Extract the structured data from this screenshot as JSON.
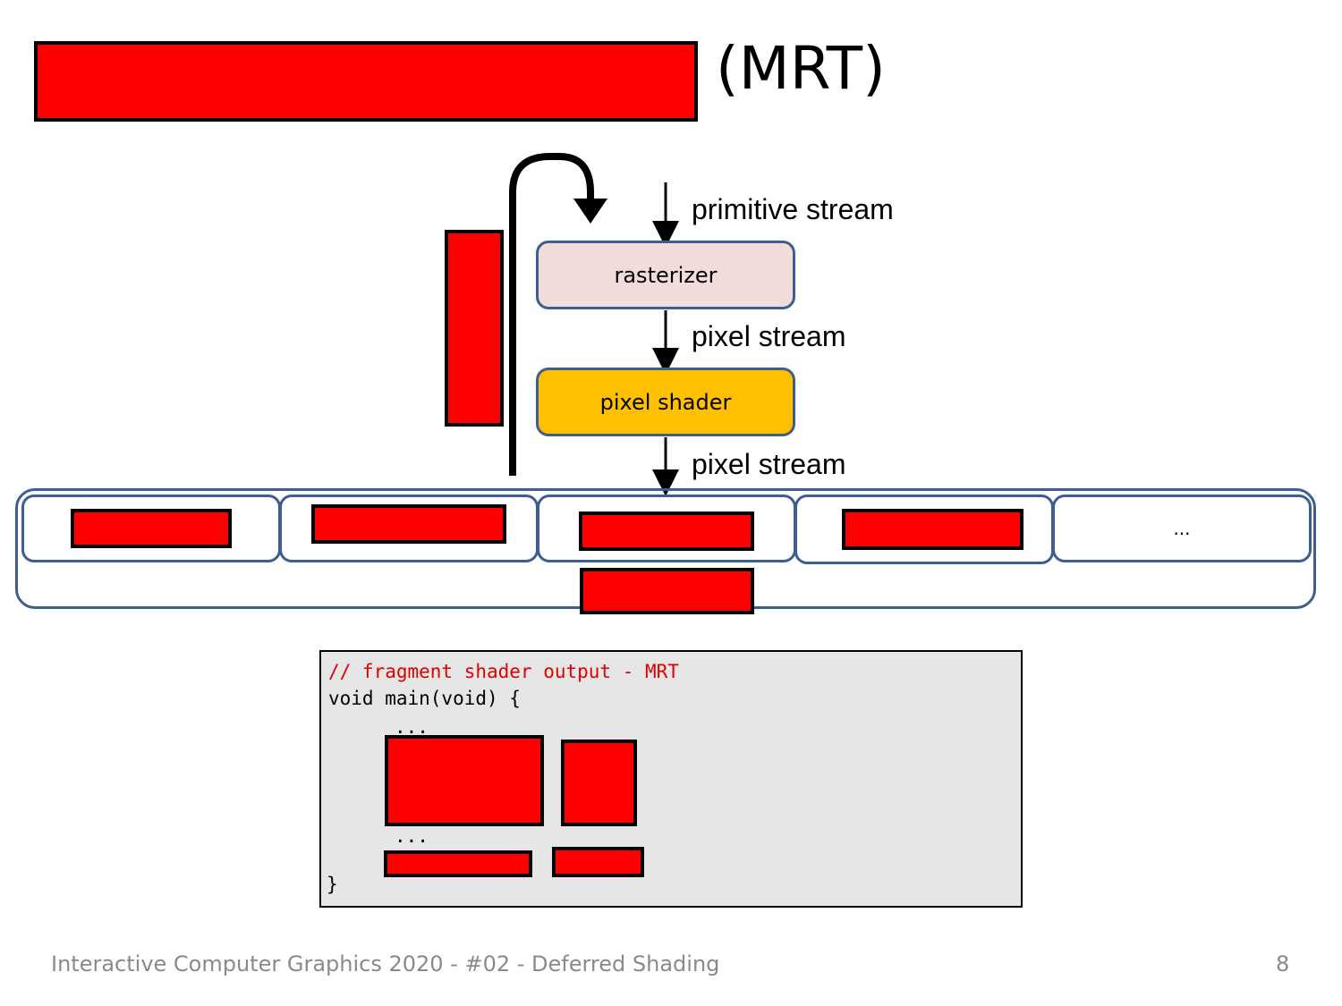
{
  "slide": {
    "title_suffix": "(MRT)"
  },
  "pipeline": {
    "rasterizer_label": "rasterizer",
    "pixel_shader_label": "pixel shader",
    "stream_top": "primitive stream",
    "stream_middle": "pixel stream",
    "stream_bottom": "pixel stream"
  },
  "render_targets": {
    "more_label": "..."
  },
  "code": {
    "comment": "// fragment shader output - MRT",
    "signature": "void main(void) {",
    "ellipsis_1": "...",
    "ellipsis_2": "...",
    "closing": "}"
  },
  "footer": {
    "course": "Interactive Computer Graphics 2020 - #02 - Deferred Shading",
    "page_number": "8"
  },
  "colors": {
    "redaction": "#ff0000",
    "rasterizer_fill": "#f2dcdb",
    "pixel_shader_fill": "#ffc000",
    "box_border": "#3d5f8f",
    "code_background": "#e6e6e6"
  }
}
